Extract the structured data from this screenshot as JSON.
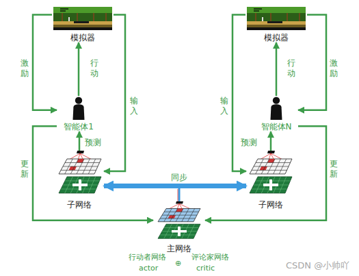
{
  "diagram": {
    "nodes": [
      {
        "text": [
          "模拟器"
        ]
      },
      {
        "text": [
          "模拟器"
        ]
      },
      {
        "text": [
          "智能体1"
        ]
      },
      {
        "text": [
          "智能体N"
        ]
      },
      {
        "text": [
          "子网络"
        ]
      },
      {
        "text": [
          "子网络"
        ]
      },
      {
        "text": [
          "主网络"
        ]
      }
    ],
    "edges": [
      {
        "from": 2,
        "to": 0,
        "label": "行动",
        "arrow": "to"
      },
      {
        "from": 0,
        "to": 2,
        "label": "激励",
        "arrow": "to"
      },
      {
        "from": 0,
        "to": 4,
        "label": "输入",
        "arrow": "to"
      },
      {
        "from": 4,
        "to": 2,
        "label": "预测",
        "arrow": "to"
      },
      {
        "from": 2,
        "to": 6,
        "label": "更新",
        "arrow": "to"
      },
      {
        "from": 3,
        "to": 1,
        "label": "行动",
        "arrow": "to"
      },
      {
        "from": 1,
        "to": 3,
        "label": "激励",
        "arrow": "to"
      },
      {
        "from": 1,
        "to": 5,
        "label": "输入",
        "arrow": "to"
      },
      {
        "from": 5,
        "to": 3,
        "label": "预测",
        "arrow": "to"
      },
      {
        "from": 3,
        "to": 6,
        "label": "更新",
        "arrow": "to"
      },
      {
        "from": 4,
        "to": 5,
        "label": "同步",
        "arrow": "both"
      }
    ],
    "labels": [
      "行动者网络",
      "评论家网络",
      "actor",
      "⊕",
      "critic",
      "CSDN @小帅吖"
    ]
  }
}
